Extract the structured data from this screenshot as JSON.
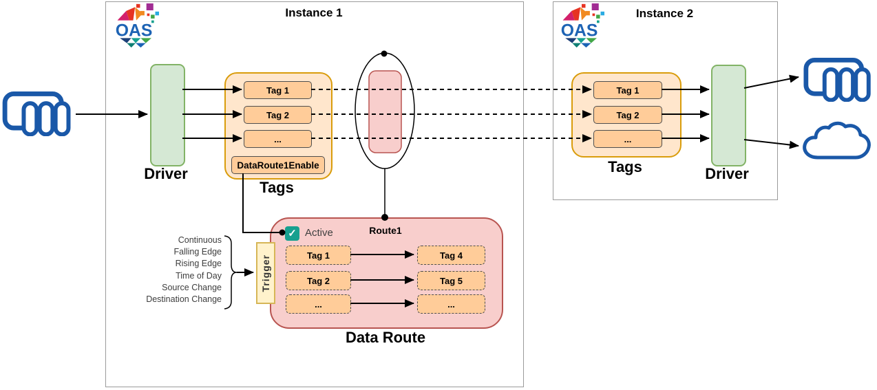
{
  "logo_text": "OAS",
  "instance1": {
    "title": "Instance 1",
    "driver_label": "Driver",
    "tags_label": "Tags",
    "tags": [
      "Tag 1",
      "Tag 2",
      "..."
    ],
    "enable_tag": "DataRoute1Enable",
    "route_label": "Route1",
    "data_route": {
      "title": "Data Route",
      "active_label": "Active",
      "trigger_label": "Trigger",
      "trigger_options": [
        "Continuous",
        "Falling Edge",
        "Rising Edge",
        "Time of Day",
        "Source Change",
        "Destination Change"
      ],
      "source_tags": [
        "Tag 1",
        "Tag 2",
        "..."
      ],
      "dest_tags": [
        "Tag 4",
        "Tag 5",
        "..."
      ]
    }
  },
  "instance2": {
    "title": "Instance 2",
    "tags_label": "Tags",
    "driver_label": "Driver",
    "tags": [
      "Tag 1",
      "Tag 2",
      "..."
    ]
  },
  "icons": {
    "left_device": "plc-device-icon",
    "right_database": "database-icon",
    "right_cloud": "cloud-icon"
  },
  "colors": {
    "tags_container_fill": "#ffe6cc",
    "tags_container_stroke": "#d99c0b",
    "tag_fill": "#ffcc99",
    "tag_stroke": "#4d4d4d",
    "driver_fill": "#d5e8d4",
    "driver_stroke": "#82b366",
    "route_fill": "#f8cecc",
    "route_stroke": "#b85450",
    "trigger_fill": "#fff2cc",
    "trigger_stroke": "#d6b656",
    "checkbox_teal": "#17a08f",
    "device_blue": "#1a58a8",
    "logo_blue": "#1d63b4"
  }
}
